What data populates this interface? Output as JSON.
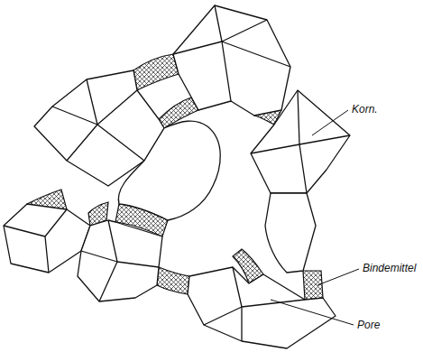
{
  "diagram": {
    "labels": [
      "Korn.",
      "Bindemittel",
      "Pore"
    ]
  }
}
